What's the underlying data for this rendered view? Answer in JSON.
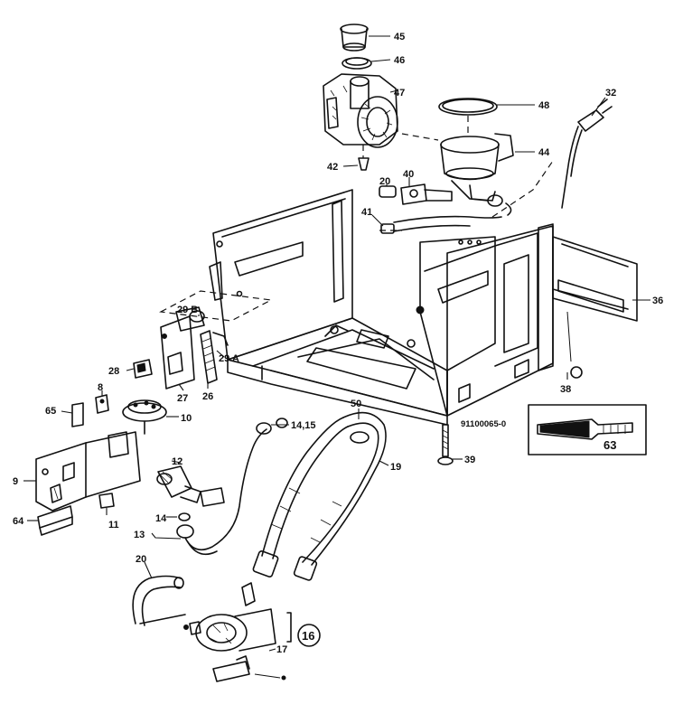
{
  "diagram": {
    "part_code": "91100065-0",
    "labels": {
      "p45": "45",
      "p46": "46",
      "p47": "47",
      "p48": "48",
      "p32": "32",
      "p44": "44",
      "p42": "42",
      "p20a": "20",
      "p40": "40",
      "p41": "41",
      "p36": "36",
      "p38": "38",
      "p29b": "29 B",
      "p29a": "29 A",
      "p28": "28",
      "p27": "27",
      "p26": "26",
      "p8": "8",
      "p65": "65",
      "p10": "10",
      "p1415": "14,15",
      "p50": "50",
      "p19": "19",
      "p39": "39",
      "p63": "63",
      "p12": "12",
      "p9": "9",
      "p11": "11",
      "p64": "64",
      "p14": "14",
      "p13": "13",
      "p20b": "20",
      "p16": "16",
      "p17": "17"
    }
  }
}
